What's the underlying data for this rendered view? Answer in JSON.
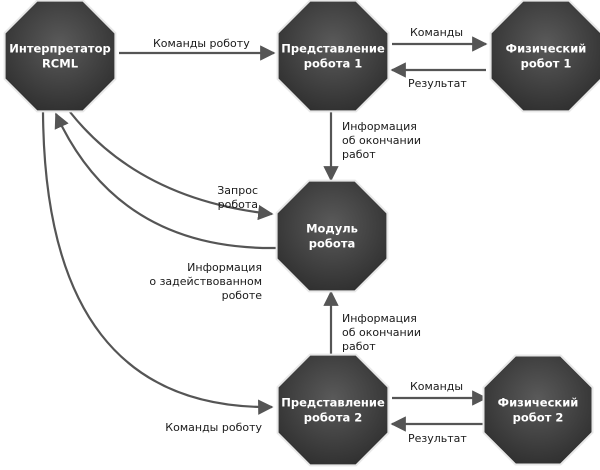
{
  "nodes": {
    "interpreter": {
      "lines": [
        "Интерпретатор",
        "RCML"
      ]
    },
    "repr1": {
      "lines": [
        "Представление",
        "робота 1"
      ]
    },
    "phys1": {
      "lines": [
        "Физический",
        "робот 1"
      ]
    },
    "module": {
      "lines": [
        "Модуль",
        "робота"
      ]
    },
    "repr2": {
      "lines": [
        "Представление",
        "робота 2"
      ]
    },
    "phys2": {
      "lines": [
        "Физический",
        "робот 2"
      ]
    }
  },
  "edges": {
    "cmd_to_robot_1": {
      "lines": [
        "Команды роботу"
      ]
    },
    "cmd_1": {
      "lines": [
        "Команды"
      ]
    },
    "result_1": {
      "lines": [
        "Результат"
      ]
    },
    "finish_info_1": {
      "lines": [
        "Информация",
        "об окончании",
        "работ"
      ]
    },
    "robot_request": {
      "lines": [
        "Запрос",
        "робота"
      ]
    },
    "engaged_info": {
      "lines": [
        "Информация",
        "о задействованном",
        "роботе"
      ]
    },
    "finish_info_2": {
      "lines": [
        "Информация",
        "об окончании",
        "работ"
      ]
    },
    "cmd_2": {
      "lines": [
        "Команды"
      ]
    },
    "result_2": {
      "lines": [
        "Результат"
      ]
    },
    "cmd_to_robot_2": {
      "lines": [
        "Команды роботу"
      ]
    }
  },
  "colors": {
    "node_fill": "#4a4a4a",
    "node_fill_dark": "#2e2e2e",
    "node_stroke": "#e8e8e8",
    "arrow": "#555555",
    "text": "#1a1a1a"
  }
}
